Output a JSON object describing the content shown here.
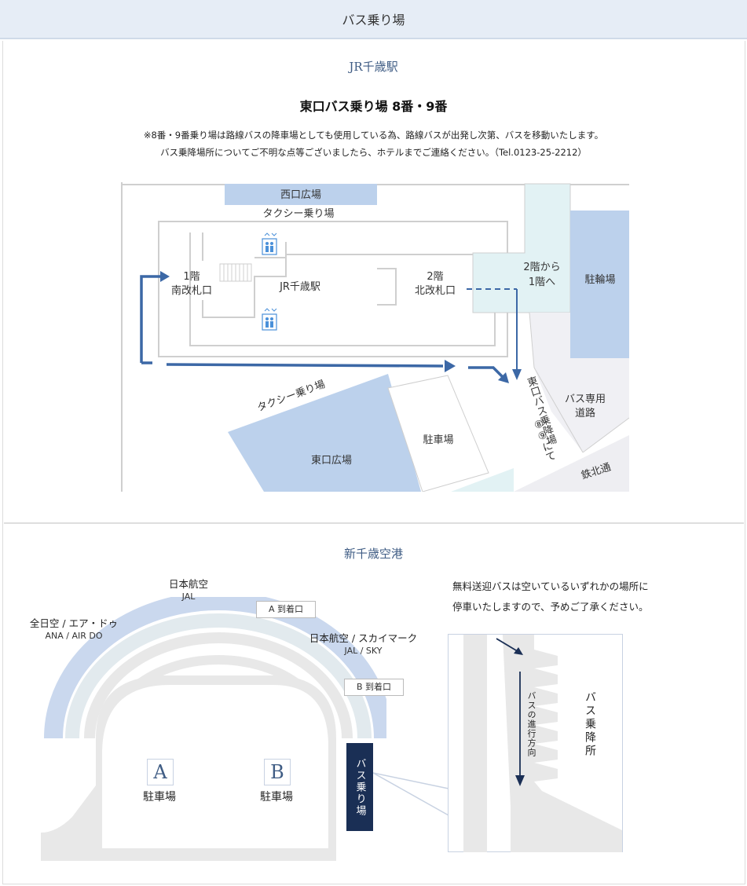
{
  "header": {
    "title": "バス乗り場"
  },
  "jr": {
    "title": "JR千歳駅",
    "subtitle": "東口バス乗り場 8番・9番",
    "note1": "※8番・9番乗り場は路線バスの降車場としても使用している為、路線バスが出発し次第、バスを移動いたします。",
    "note2": "バス乗降場所についてご不明な点等ございましたら、ホテルまでご連絡ください。（Tel.0123-25-2212）",
    "map": {
      "west_plaza": "西口広場",
      "taxi_top": "タクシー乗り場",
      "gate1_floor": "1階",
      "gate1_name": "南改札口",
      "station": "JR千歳駅",
      "gate2_floor": "2階",
      "gate2_name": "北改札口",
      "floor_change_1": "2階から",
      "floor_change_2": "1階へ",
      "bicycle": "駐輪場",
      "taxi_bottom": "タクシー乗り場",
      "parking": "駐車場",
      "east_plaza": "東口広場",
      "bus_stop_vertical": "東口バス乗降場",
      "bus_stop_numbers": "⑧⑨にて",
      "bus_lane_1": "バス専用",
      "bus_lane_2": "道路",
      "street": "鉄北通"
    }
  },
  "airport": {
    "title": "新千歳空港",
    "jal_top": {
      "name": "日本航空",
      "code": "JAL"
    },
    "ana": {
      "name": "全日空 / エア・ドゥ",
      "code": "ANA / AIR DO"
    },
    "jal_sky": {
      "name": "日本航空 / スカイマーク",
      "code": "JAL / SKY"
    },
    "gate_a": "A 到着口",
    "gate_b": "B 到着口",
    "parking_a_letter": "A",
    "parking_b_letter": "B",
    "parking_label": "駐車場",
    "bus_stop": "バス乗り場",
    "instruction1": "無料送迎バスは空いているいずれかの場所に",
    "instruction2": "停車いたしますので、予めご了承ください。",
    "bus_direction": "バスの進行方向",
    "bus_area": "バス乗降所"
  },
  "colors": {
    "accent": "#3f5c84",
    "arrow": "#3c68a6",
    "plaza": "#bcd1ec",
    "teal": "#e2f2f4",
    "navy": "#1a2f55"
  }
}
